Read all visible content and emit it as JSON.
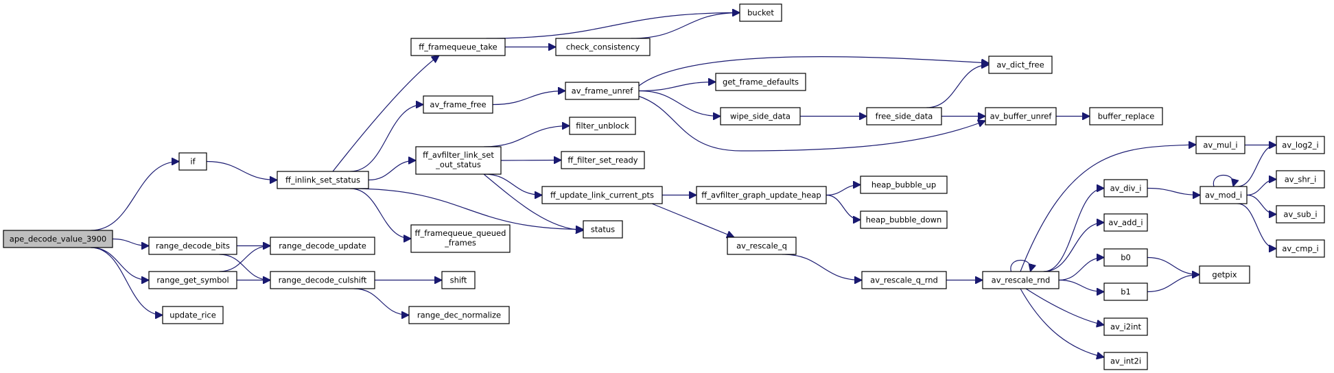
{
  "colors": {
    "edge": "#191970",
    "node_fill": "#ffffff",
    "root_fill": "#bfbfbf",
    "border": "#000000"
  },
  "nodes": {
    "ape_decode_value_3900": {
      "label": "ape_decode_value_3900"
    },
    "if": {
      "label": "if"
    },
    "range_decode_bits": {
      "label": "range_decode_bits"
    },
    "range_get_symbol": {
      "label": "range_get_symbol"
    },
    "update_rice": {
      "label": "update_rice"
    },
    "ff_inlink_set_status": {
      "label": "ff_inlink_set_status"
    },
    "range_decode_update": {
      "label": "range_decode_update"
    },
    "range_decode_culshift": {
      "label": "range_decode_culshift"
    },
    "ff_framequeue_take": {
      "label": "ff_framequeue_take"
    },
    "av_frame_free": {
      "label": "av_frame_free"
    },
    "ff_avfilter_link_set_out_status": {
      "label": [
        "ff_avfilter_link_set",
        "_out_status"
      ]
    },
    "ff_framequeue_queued_frames": {
      "label": [
        "ff_framequeue_queued",
        "_frames"
      ]
    },
    "shift": {
      "label": "shift"
    },
    "range_dec_normalize": {
      "label": "range_dec_normalize"
    },
    "check_consistency": {
      "label": "check_consistency"
    },
    "av_frame_unref": {
      "label": "av_frame_unref"
    },
    "filter_unblock": {
      "label": "filter_unblock"
    },
    "ff_filter_set_ready": {
      "label": "ff_filter_set_ready"
    },
    "ff_update_link_current_pts": {
      "label": "ff_update_link_current_pts"
    },
    "status": {
      "label": "status"
    },
    "bucket": {
      "label": "bucket"
    },
    "get_frame_defaults": {
      "label": "get_frame_defaults"
    },
    "wipe_side_data": {
      "label": "wipe_side_data"
    },
    "ff_avfilter_graph_update_heap": {
      "label": "ff_avfilter_graph_update_heap"
    },
    "av_rescale_q": {
      "label": "av_rescale_q"
    },
    "free_side_data": {
      "label": "free_side_data"
    },
    "heap_bubble_up": {
      "label": "heap_bubble_up"
    },
    "heap_bubble_down": {
      "label": "heap_bubble_down"
    },
    "av_rescale_q_rnd": {
      "label": "av_rescale_q_rnd"
    },
    "av_dict_free": {
      "label": "av_dict_free"
    },
    "av_buffer_unref": {
      "label": "av_buffer_unref"
    },
    "av_rescale_rnd": {
      "label": "av_rescale_rnd"
    },
    "buffer_replace": {
      "label": "buffer_replace"
    },
    "av_mul_i": {
      "label": "av_mul_i"
    },
    "av_div_i": {
      "label": "av_div_i"
    },
    "av_add_i": {
      "label": "av_add_i"
    },
    "b0": {
      "label": "b0"
    },
    "b1": {
      "label": "b1"
    },
    "av_i2int": {
      "label": "av_i2int"
    },
    "av_int2i": {
      "label": "av_int2i"
    },
    "av_mod_i": {
      "label": "av_mod_i"
    },
    "getpix": {
      "label": "getpix"
    },
    "av_log2_i": {
      "label": "av_log2_i"
    },
    "av_shr_i": {
      "label": "av_shr_i"
    },
    "av_sub_i": {
      "label": "av_sub_i"
    },
    "av_cmp_i": {
      "label": "av_cmp_i"
    }
  },
  "edges": [
    [
      "ape_decode_value_3900",
      "if"
    ],
    [
      "ape_decode_value_3900",
      "range_decode_bits"
    ],
    [
      "ape_decode_value_3900",
      "range_get_symbol"
    ],
    [
      "ape_decode_value_3900",
      "update_rice"
    ],
    [
      "if",
      "ff_inlink_set_status"
    ],
    [
      "range_decode_bits",
      "range_decode_update"
    ],
    [
      "range_decode_bits",
      "range_decode_culshift"
    ],
    [
      "range_get_symbol",
      "range_decode_update"
    ],
    [
      "range_get_symbol",
      "range_decode_culshift"
    ],
    [
      "range_decode_culshift",
      "shift"
    ],
    [
      "range_decode_culshift",
      "range_dec_normalize"
    ],
    [
      "ff_inlink_set_status",
      "ff_framequeue_take"
    ],
    [
      "ff_inlink_set_status",
      "av_frame_free"
    ],
    [
      "ff_inlink_set_status",
      "ff_avfilter_link_set_out_status"
    ],
    [
      "ff_inlink_set_status",
      "ff_framequeue_queued_frames"
    ],
    [
      "ff_inlink_set_status",
      "status"
    ],
    [
      "ff_framequeue_take",
      "bucket"
    ],
    [
      "ff_framequeue_take",
      "check_consistency"
    ],
    [
      "check_consistency",
      "bucket"
    ],
    [
      "av_frame_free",
      "av_frame_unref"
    ],
    [
      "av_frame_unref",
      "av_dict_free"
    ],
    [
      "av_frame_unref",
      "get_frame_defaults"
    ],
    [
      "av_frame_unref",
      "wipe_side_data"
    ],
    [
      "av_frame_unref",
      "av_buffer_unref"
    ],
    [
      "wipe_side_data",
      "free_side_data"
    ],
    [
      "free_side_data",
      "av_dict_free"
    ],
    [
      "free_side_data",
      "av_buffer_unref"
    ],
    [
      "av_buffer_unref",
      "buffer_replace"
    ],
    [
      "ff_avfilter_link_set_out_status",
      "filter_unblock"
    ],
    [
      "ff_avfilter_link_set_out_status",
      "ff_filter_set_ready"
    ],
    [
      "ff_avfilter_link_set_out_status",
      "ff_update_link_current_pts"
    ],
    [
      "ff_avfilter_link_set_out_status",
      "status"
    ],
    [
      "ff_update_link_current_pts",
      "ff_avfilter_graph_update_heap"
    ],
    [
      "ff_update_link_current_pts",
      "av_rescale_q"
    ],
    [
      "ff_avfilter_graph_update_heap",
      "heap_bubble_up"
    ],
    [
      "ff_avfilter_graph_update_heap",
      "heap_bubble_down"
    ],
    [
      "av_rescale_q",
      "av_rescale_q_rnd"
    ],
    [
      "av_rescale_q_rnd",
      "av_rescale_rnd"
    ],
    [
      "av_rescale_rnd",
      "av_rescale_rnd"
    ],
    [
      "av_rescale_rnd",
      "av_mul_i"
    ],
    [
      "av_rescale_rnd",
      "av_div_i"
    ],
    [
      "av_rescale_rnd",
      "av_add_i"
    ],
    [
      "av_rescale_rnd",
      "b0"
    ],
    [
      "av_rescale_rnd",
      "b1"
    ],
    [
      "av_rescale_rnd",
      "av_i2int"
    ],
    [
      "av_rescale_rnd",
      "av_int2i"
    ],
    [
      "av_mul_i",
      "av_log2_i"
    ],
    [
      "av_div_i",
      "av_mod_i"
    ],
    [
      "av_mod_i",
      "av_mod_i"
    ],
    [
      "av_mod_i",
      "av_log2_i"
    ],
    [
      "av_mod_i",
      "av_shr_i"
    ],
    [
      "av_mod_i",
      "av_sub_i"
    ],
    [
      "av_mod_i",
      "av_cmp_i"
    ],
    [
      "b0",
      "getpix"
    ],
    [
      "b1",
      "getpix"
    ]
  ]
}
